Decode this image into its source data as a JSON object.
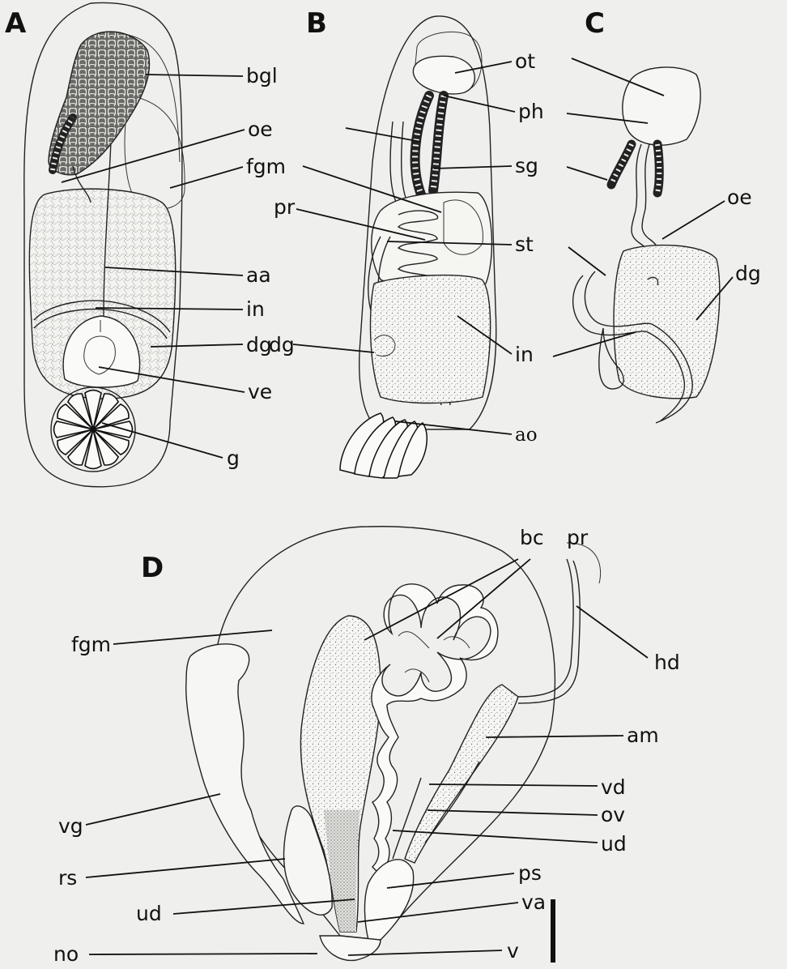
{
  "panels": {
    "a": "A",
    "b": "B",
    "c": "C",
    "d": "D"
  },
  "labels": {
    "a": {
      "bgl": "bgl",
      "oe": "oe",
      "fgm": "fgm",
      "aa": "aa",
      "in": "in",
      "dg": "dg",
      "ve": "ve",
      "g": "g"
    },
    "b": {
      "ot": "ot",
      "ph": "ph",
      "sg": "sg",
      "pr": "pr",
      "st": "st",
      "in": "in",
      "dg": "dg",
      "ao": "ao"
    },
    "c": {
      "oe": "oe",
      "dg": "dg"
    },
    "d": {
      "bc": "bc",
      "pr": "pr",
      "fgm": "fgm",
      "hd": "hd",
      "am": "am",
      "vd": "vd",
      "ov": "ov",
      "vg": "vg",
      "ud_right": "ud",
      "rs": "rs",
      "ps": "ps",
      "ud_left": "ud",
      "va": "va",
      "no": "no",
      "v": "v"
    }
  }
}
